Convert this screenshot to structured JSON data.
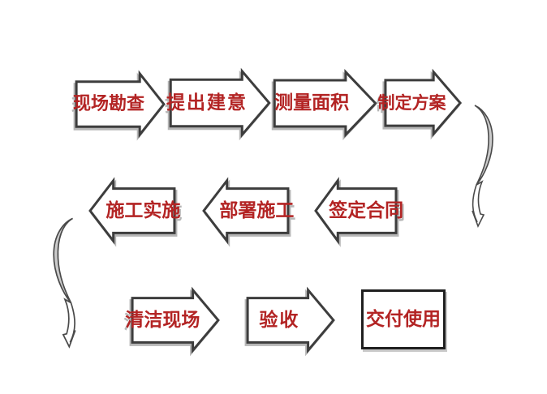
{
  "diagram": {
    "type": "flowchart",
    "description": "Construction service workflow, serpentine left-to-right flow over three rows",
    "rows": [
      {
        "items": [
          {
            "label": "现场勘查",
            "shape": "arrow-right"
          },
          {
            "label": "提出建意",
            "shape": "arrow-right"
          },
          {
            "label": "测量面积",
            "shape": "arrow-right"
          },
          {
            "label": "制定方案",
            "shape": "arrow-right"
          }
        ]
      },
      {
        "items": [
          {
            "label": "施工实施",
            "shape": "arrow-left"
          },
          {
            "label": "部署施工",
            "shape": "arrow-left"
          },
          {
            "label": "签定合同",
            "shape": "arrow-left"
          }
        ]
      },
      {
        "items": [
          {
            "label": "清洁现场",
            "shape": "arrow-right"
          },
          {
            "label": "验收",
            "shape": "arrow-right"
          },
          {
            "label": "交付使用",
            "shape": "rectangle"
          }
        ]
      }
    ],
    "flow_order": [
      "现场勘查",
      "提出建意",
      "测量面积",
      "制定方案",
      "签定合同",
      "部署施工",
      "施工实施",
      "清洁现场",
      "验收",
      "交付使用"
    ],
    "connectors": [
      {
        "name": "curved-down-arrow-right",
        "from": "制定方案",
        "to": "签定合同"
      },
      {
        "name": "curved-down-arrow-left",
        "from": "施工实施",
        "to": "清洁现场"
      }
    ],
    "colors": {
      "background": "#ffffff",
      "shape_fill": "#ffffff",
      "shape_outline": "#3d3d3d",
      "shadow": "#b6b6b6",
      "text": "#b32424",
      "connector_fill": "#cbcbcb"
    }
  }
}
